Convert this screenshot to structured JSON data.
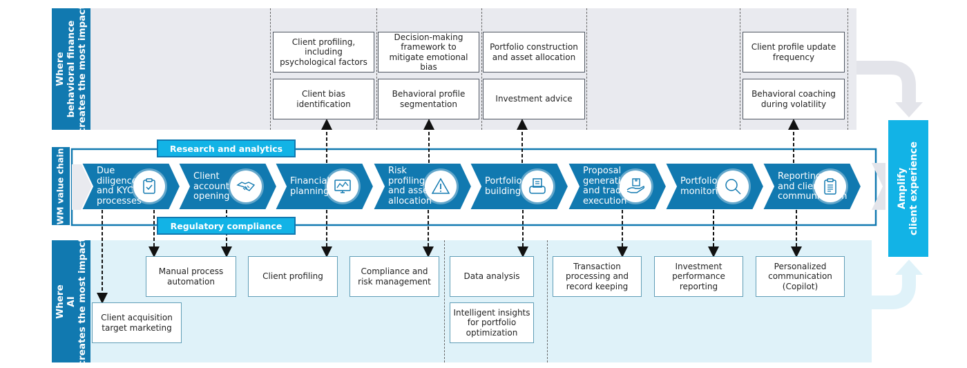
{
  "side_labels": {
    "behavioral": "Where\nbehavioral finance\ncreates the most impact",
    "value_chain": "WM value chain",
    "ai": "Where\nAI\ncreates the most impact"
  },
  "pills": {
    "research": "Research and analytics",
    "regulatory": "Regulatory compliance"
  },
  "amplify": "Amplify\nclient experience",
  "stages": [
    {
      "label": "Due\ndiligence\nand KYC\nprocesses",
      "icon": "clipboard-check-icon"
    },
    {
      "label": "Client\naccount\nopening",
      "icon": "handshake-icon"
    },
    {
      "label": "Financial\nplanning",
      "icon": "chart-monitor-icon"
    },
    {
      "label": "Risk\nprofiling\nand asset\nallocation",
      "icon": "warning-triangle-icon"
    },
    {
      "label": "Portfolio\nbuilding",
      "icon": "printer-icon"
    },
    {
      "label": "Proposal\ngeneration\nand trade\nexecution",
      "icon": "hand-package-icon"
    },
    {
      "label": "Portfolio\nmonitoring",
      "icon": "magnifier-icon"
    },
    {
      "label": "Reporting\nand client\ncommunication",
      "icon": "clipboard-list-icon"
    }
  ],
  "behavioral_boxes": [
    {
      "text": "Client profiling,\nincluding\npsychological factors"
    },
    {
      "text": "Client bias identification"
    },
    {
      "text": "Decision-making\nframework to\nmitigate emotional bias"
    },
    {
      "text": "Behavioral profile\nsegmentation"
    },
    {
      "text": "Portfolio construction\nand asset allocation"
    },
    {
      "text": "Investment advice"
    },
    {
      "text": "Client profile update\nfrequency"
    },
    {
      "text": "Behavioral coaching\nduring volatility"
    }
  ],
  "ai_boxes": [
    {
      "text": "Client acquisition\ntarget marketing"
    },
    {
      "text": "Manual process\nautomation"
    },
    {
      "text": "Client profiling"
    },
    {
      "text": "Compliance and\nrisk management"
    },
    {
      "text": "Data analysis"
    },
    {
      "text": "Intelligent insights\nfor portfolio\noptimization"
    },
    {
      "text": "Transaction\nprocessing and\nrecord keeping"
    },
    {
      "text": "Investment\nperformance\nreporting"
    },
    {
      "text": "Personalized\ncommunication\n(Copilot)"
    }
  ],
  "colors": {
    "primary_blue": "#1179b0",
    "accent_cyan": "#12b3e6",
    "behavioral_band": "#e9eaef",
    "ai_band": "#dff2f9"
  }
}
